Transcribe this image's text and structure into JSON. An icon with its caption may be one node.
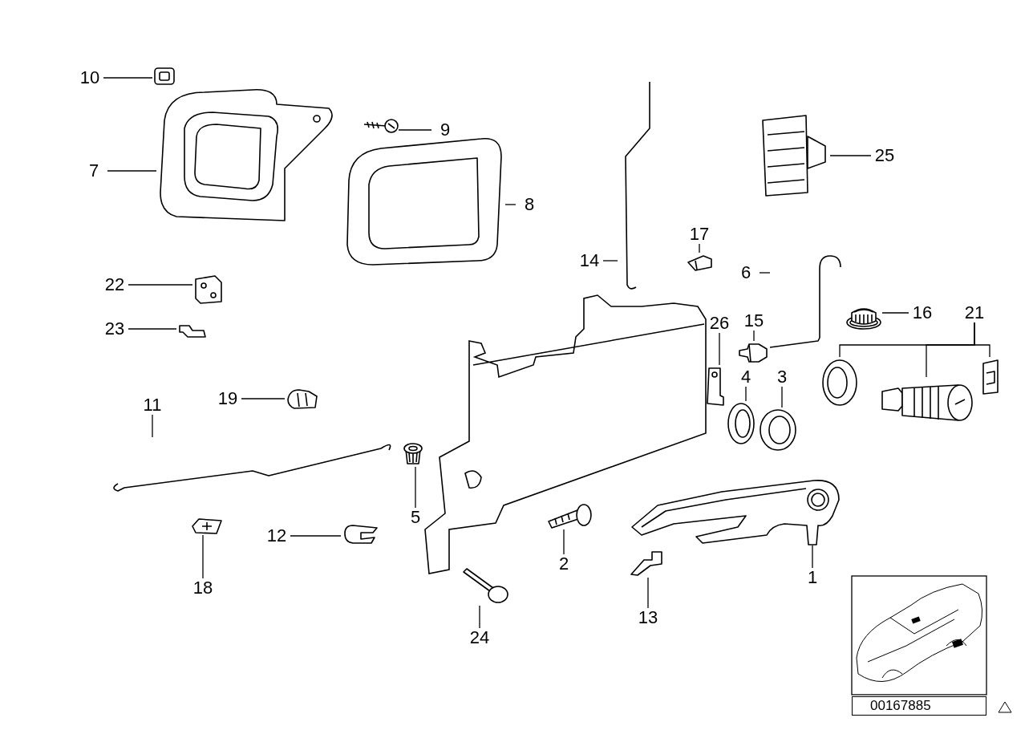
{
  "diagram": {
    "nodes": [
      {
        "text": [
          "1"
        ]
      },
      {
        "text": [
          "2"
        ]
      },
      {
        "text": [
          "3"
        ]
      },
      {
        "text": [
          "4"
        ]
      },
      {
        "text": [
          "5"
        ]
      },
      {
        "text": [
          "6"
        ]
      },
      {
        "text": [
          "7"
        ]
      },
      {
        "text": [
          "8"
        ]
      },
      {
        "text": [
          "9"
        ]
      },
      {
        "text": [
          "10"
        ]
      },
      {
        "text": [
          "11"
        ]
      },
      {
        "text": [
          "12"
        ]
      },
      {
        "text": [
          "13"
        ]
      },
      {
        "text": [
          "14"
        ]
      },
      {
        "text": [
          "15"
        ]
      },
      {
        "text": [
          "16"
        ]
      },
      {
        "text": [
          "17"
        ]
      },
      {
        "text": [
          "18"
        ]
      },
      {
        "text": [
          "19"
        ]
      },
      {
        "text": [
          "21"
        ]
      },
      {
        "text": [
          "22"
        ]
      },
      {
        "text": [
          "23"
        ]
      },
      {
        "text": [
          "24"
        ]
      },
      {
        "text": [
          "25"
        ]
      },
      {
        "text": [
          "26"
        ]
      },
      {
        "text": [],
        "shape": "picture"
      },
      {
        "text": [],
        "shape": "picture"
      },
      {
        "text": [],
        "shape": "picture"
      },
      {
        "text": [],
        "shape": "picture"
      },
      {
        "text": [],
        "shape": "picture"
      },
      {
        "text": [],
        "shape": "picture"
      },
      {
        "text": [],
        "shape": "picture"
      },
      {
        "text": [],
        "shape": "picture"
      },
      {
        "text": [],
        "shape": "picture"
      },
      {
        "text": [],
        "shape": "picture"
      },
      {
        "text": [],
        "shape": "picture"
      },
      {
        "text": [],
        "shape": "picture"
      },
      {
        "text": [],
        "shape": "picture"
      },
      {
        "text": [],
        "shape": "picture"
      },
      {
        "text": [],
        "shape": "picture"
      },
      {
        "text": [],
        "shape": "picture"
      },
      {
        "text": [],
        "shape": "picture"
      },
      {
        "text": [],
        "shape": "picture"
      },
      {
        "text": [],
        "shape": "picture"
      },
      {
        "text": [],
        "shape": "picture"
      },
      {
        "text": [],
        "shape": "picture"
      },
      {
        "text": [],
        "shape": "picture"
      },
      {
        "text": [],
        "shape": "picture"
      },
      {
        "text": [],
        "shape": "picture"
      },
      {
        "text": [],
        "shape": "picture"
      },
      {
        "text": [],
        "shape": "picture"
      },
      {
        "text": [],
        "shape": "picture"
      }
    ],
    "edges": [
      {
        "from": 0,
        "to": 25,
        "arrow": "none"
      },
      {
        "from": 1,
        "to": 26,
        "arrow": "none"
      },
      {
        "from": 2,
        "to": 27,
        "arrow": "none"
      },
      {
        "from": 3,
        "to": 28,
        "arrow": "none"
      },
      {
        "from": 4,
        "to": 29,
        "arrow": "none"
      },
      {
        "from": 5,
        "to": 30,
        "arrow": "none"
      },
      {
        "from": 6,
        "to": 31,
        "arrow": "none"
      },
      {
        "from": 7,
        "to": 32,
        "arrow": "none"
      },
      {
        "from": 8,
        "to": 33,
        "arrow": "none"
      },
      {
        "from": 9,
        "to": 34,
        "arrow": "none"
      },
      {
        "from": 10,
        "to": 35,
        "arrow": "none"
      },
      {
        "from": 11,
        "to": 36,
        "arrow": "none"
      },
      {
        "from": 12,
        "to": 37,
        "arrow": "none"
      },
      {
        "from": 13,
        "to": 38,
        "arrow": "none"
      },
      {
        "from": 14,
        "to": 39,
        "arrow": "none"
      },
      {
        "from": 15,
        "to": 40,
        "arrow": "none"
      },
      {
        "from": 16,
        "to": 41,
        "arrow": "none"
      },
      {
        "from": 17,
        "to": 42,
        "arrow": "none"
      },
      {
        "from": 18,
        "to": 43,
        "arrow": "none"
      },
      {
        "from": 19,
        "to": 44,
        "arrow": "none"
      },
      {
        "from": 19,
        "to": 45,
        "arrow": "none"
      },
      {
        "from": 19,
        "to": 46,
        "arrow": "none"
      },
      {
        "from": 20,
        "to": 47,
        "arrow": "none"
      },
      {
        "from": 21,
        "to": 48,
        "arrow": "none"
      },
      {
        "from": 22,
        "to": 49,
        "arrow": "none"
      },
      {
        "from": 23,
        "to": 50,
        "arrow": "none"
      },
      {
        "from": 24,
        "to": 51,
        "arrow": "none"
      }
    ],
    "labels": [
      "00167885"
    ]
  }
}
